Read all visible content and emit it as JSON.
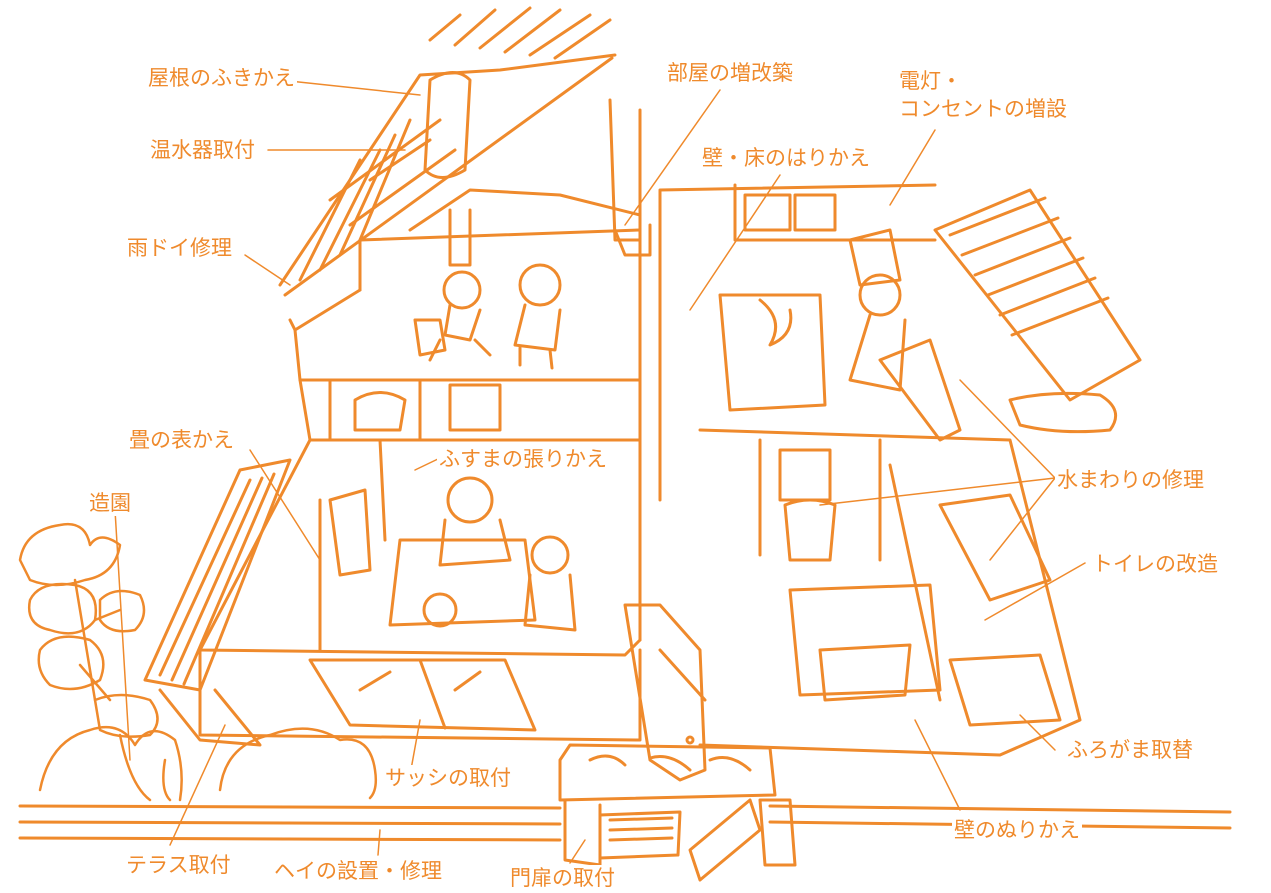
{
  "colors": {
    "ink": "#ef8a2c",
    "background": "#ffffff"
  },
  "labels": {
    "roof": "屋根のふきかえ",
    "water_heater": "温水器取付",
    "gutter": "雨ドイ修理",
    "room_extension": "部屋の増改築",
    "lighting_1": "電灯・",
    "lighting_2": "コンセントの増設",
    "wall_floor": "壁・床のはりかえ",
    "tatami": "畳の表かえ",
    "fusuma": "ふすまの張りかえ",
    "landscaping": "造園",
    "plumbing": "水まわりの修理",
    "toilet": "トイレの改造",
    "bath_boiler": "ふろがま取替",
    "sash": "サッシの取付",
    "wall_paint": "壁のぬりかえ",
    "terrace": "テラス取付",
    "fence": "ヘイの設置・修理",
    "gate": "門扉の取付"
  }
}
